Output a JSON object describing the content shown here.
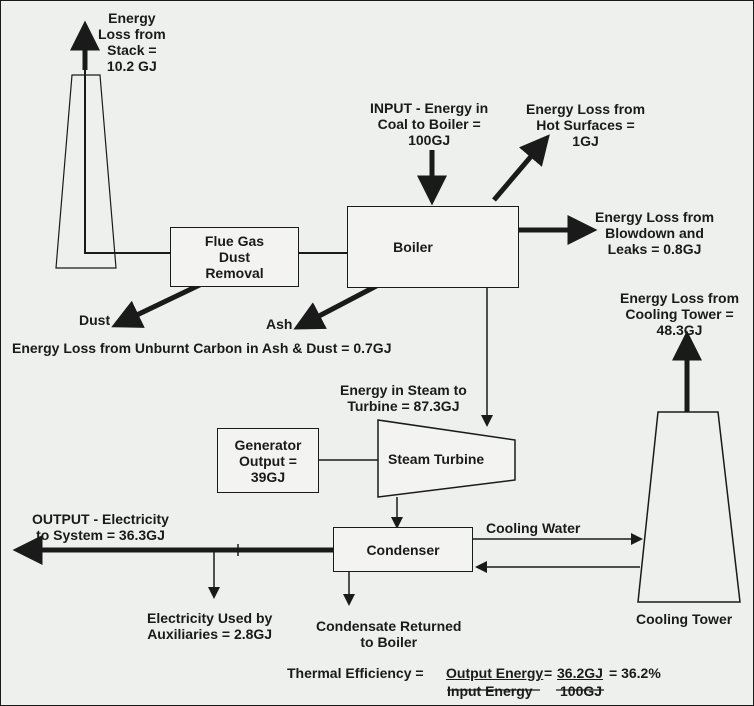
{
  "nodes": {
    "flue_gas": "Flue Gas\nDust\nRemoval",
    "boiler": "Boiler",
    "generator": "Generator\nOutput =\n39GJ",
    "steam_turbine": "Steam Turbine",
    "condenser": "Condenser",
    "cooling_tower": "Cooling Tower"
  },
  "labels": {
    "stack_loss": "Energy\nLoss from\nStack =\n10.2 GJ",
    "input": "INPUT - Energy in\nCoal to Boiler =\n100GJ",
    "hot_surfaces": "Energy Loss from\nHot Surfaces =\n1GJ",
    "blowdown": "Energy Loss from\nBlowdown and\nLeaks = 0.8GJ",
    "cooling_tower_loss": "Energy Loss from\nCooling Tower =\n48.3GJ",
    "dust": "Dust",
    "ash": "Ash",
    "unburnt_carbon": "Energy Loss from Unburnt Carbon in Ash & Dust = 0.7GJ",
    "steam_to_turbine": "Energy in Steam to\nTurbine = 87.3GJ",
    "output": "OUTPUT - Electricity\nto System = 36.3GJ",
    "cooling_water": "Cooling Water",
    "auxiliaries": "Electricity Used by\nAuxiliaries = 2.8GJ",
    "condensate": "Condensate Returned\nto Boiler"
  },
  "efficiency": {
    "prefix": "Thermal Efficiency =",
    "numerator": "Output Energy",
    "denominator": "Input Energy",
    "eq1": "=",
    "value_num": "36.2GJ",
    "value_den": "100GJ",
    "result": "= 36.2%"
  }
}
